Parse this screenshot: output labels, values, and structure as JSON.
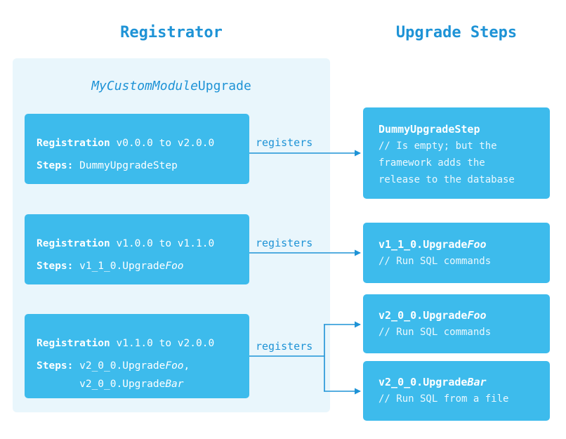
{
  "headings": {
    "left": "Registrator",
    "right": "Upgrade Steps"
  },
  "module": {
    "name_italic": "MyCustomModule",
    "name_suffix": "Upgrade"
  },
  "registrations": [
    {
      "label": "Registration",
      "range": " v0.0.0 to v2.0.0",
      "steps_label": "Steps:",
      "steps": [
        {
          "prefix": " DummyUpgradeStep",
          "italic": ""
        }
      ]
    },
    {
      "label": "Registration",
      "range": " v1.0.0 to v1.1.0",
      "steps_label": "Steps:",
      "steps": [
        {
          "prefix": " v1_1_0.Upgrade",
          "italic": "Foo"
        }
      ]
    },
    {
      "label": "Registration",
      "range": " v1.1.0 to v2.0.0",
      "steps_label": "Steps:",
      "steps": [
        {
          "prefix": " v2_0_0.Upgrade",
          "italic": "Foo",
          "suffix": ","
        },
        {
          "prefix": "       v2_0_0.Upgrade",
          "italic": "Bar"
        }
      ]
    }
  ],
  "arrow_label": "registers",
  "upgrade_steps": [
    {
      "title_prefix": "DummyUpgradeStep",
      "title_italic": "",
      "comment": [
        "// Is empty; but the",
        "framework adds the",
        "release to the database"
      ]
    },
    {
      "title_prefix": "v1_1_0.Upgrade",
      "title_italic": "Foo",
      "comment": [
        "// Run SQL commands"
      ]
    },
    {
      "title_prefix": "v2_0_0.Upgrade",
      "title_italic": "Foo",
      "comment": [
        "// Run SQL commands"
      ]
    },
    {
      "title_prefix": "v2_0_0.Upgrade",
      "title_italic": "Bar",
      "comment": [
        "// Run SQL from a file"
      ]
    }
  ],
  "colors": {
    "accent": "#1e93d6",
    "box": "#3dbbec",
    "panel": "#e9f6fc"
  }
}
